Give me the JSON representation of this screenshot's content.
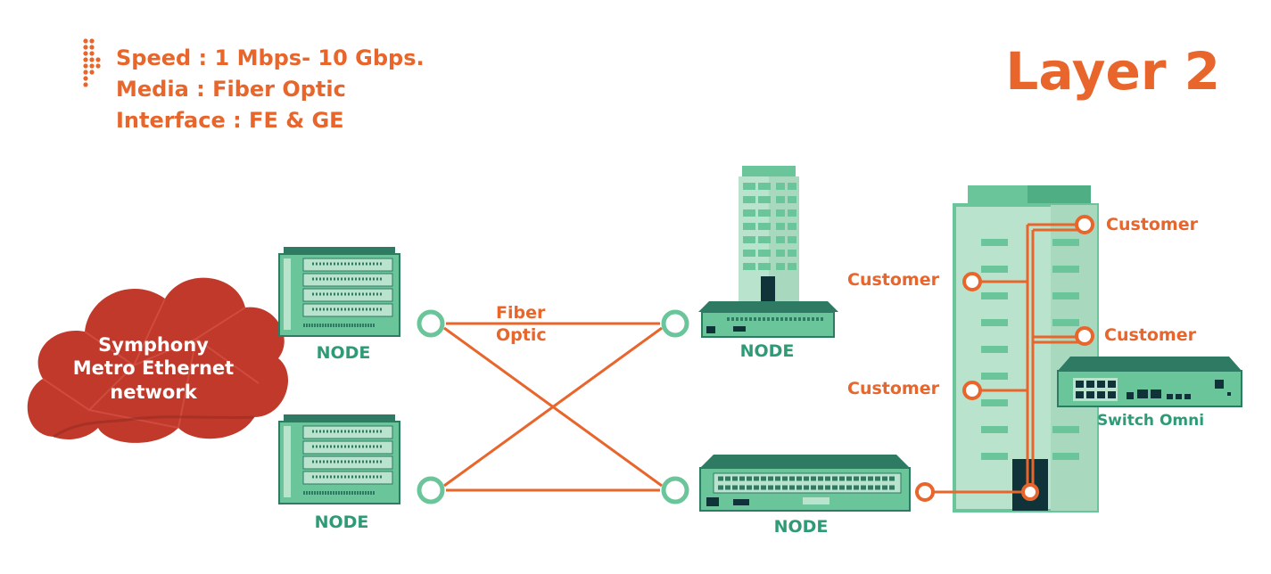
{
  "specs": {
    "speed": "Speed : 1 Mbps- 10 Gbps.",
    "media": "Media : Fiber Optic",
    "interface": "Interface : FE & GE"
  },
  "title": "Layer 2",
  "cloud": {
    "line1": "Symphony",
    "line2": "Metro Ethernet",
    "line3": "network"
  },
  "nodes": {
    "left_top": "NODE",
    "left_bottom": "NODE",
    "right_top": "NODE",
    "right_bottom": "NODE"
  },
  "link": {
    "line1": "Fiber",
    "line2": "Optic"
  },
  "customers": {
    "c1": "Customer",
    "c2": "Customer",
    "c3": "Customer",
    "c4": "Customer"
  },
  "switch_label": "Switch Omni",
  "colors": {
    "orange": "#E8652B",
    "teal": "#6BC59A",
    "teal_light": "#B9E3CC",
    "teal_dark": "#2E7A63",
    "navy": "#10333A",
    "cloud": "#C0392B"
  }
}
